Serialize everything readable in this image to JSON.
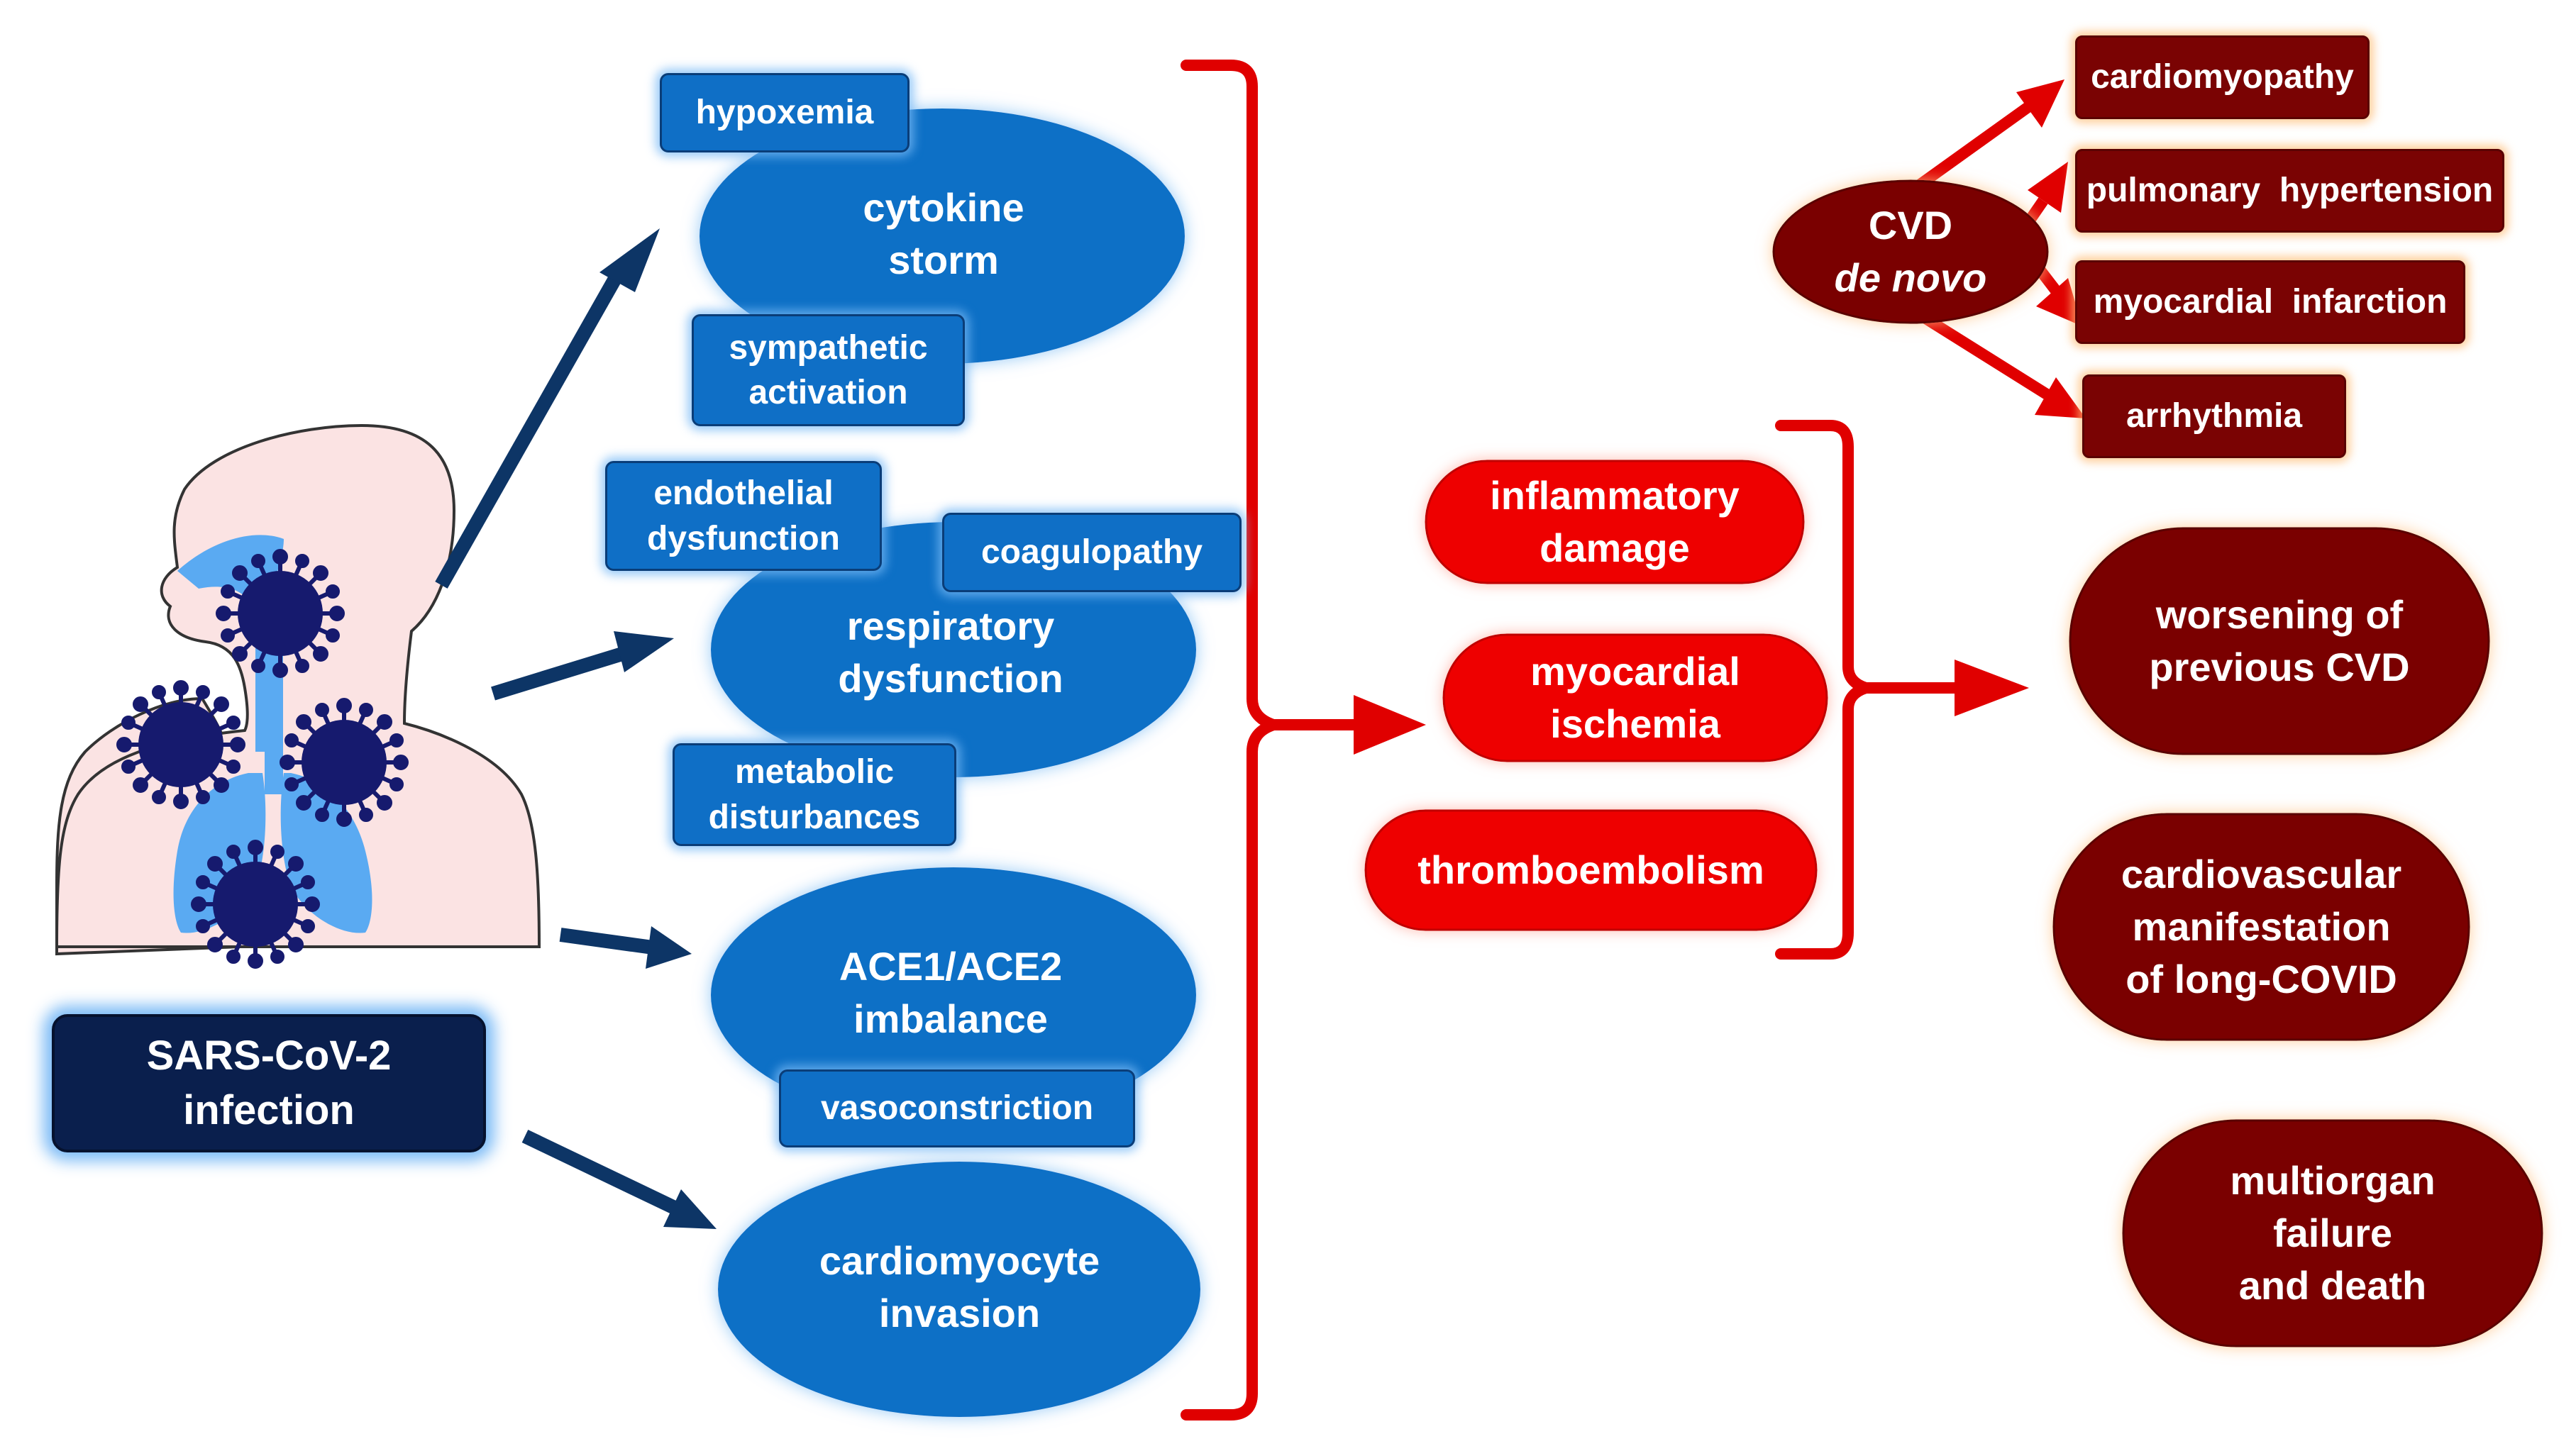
{
  "infection": {
    "line1": "SARS-CoV-2",
    "line2": "infection"
  },
  "mechanisms": {
    "cytokine_storm": {
      "line1": "cytokine",
      "line2": "storm"
    },
    "hypoxemia": "hypoxemia",
    "sympathetic_activation": {
      "line1": "sympathetic",
      "line2": "activation"
    },
    "respiratory_dysfunction": {
      "line1": "respiratory",
      "line2": "dysfunction"
    },
    "endothelial_dysfunction": {
      "line1": "endothelial",
      "line2": "dysfunction"
    },
    "coagulopathy": "coagulopathy",
    "metabolic_disturbances": {
      "line1": "metabolic",
      "line2": "disturbances"
    },
    "ace_imbalance": {
      "line1": "ACE1/ACE2",
      "line2": "imbalance"
    },
    "vasoconstriction": "vasoconstriction",
    "cardiomyocyte_invasion": {
      "line1": "cardiomyocyte",
      "line2": "invasion"
    }
  },
  "effects": {
    "inflammatory_damage": {
      "line1": "inflammatory",
      "line2": "damage"
    },
    "myocardial_ischemia": {
      "line1": "myocardial",
      "line2": "ischemia"
    },
    "thromboembolism": "thromboembolism"
  },
  "outcomes": {
    "cvd_de_novo": {
      "line1": "CVD",
      "line2": "de novo"
    },
    "cardiomyopathy": "cardiomyopathy",
    "pulmonary_hypertension": "pulmonary  hypertension",
    "myocardial_infarction": "myocardial  infarction",
    "arrhythmia": "arrhythmia",
    "worsening_previous_cvd": {
      "line1": "worsening of",
      "line2": "previous CVD"
    },
    "long_covid": {
      "line1": "cardiovascular",
      "line2": "manifestation",
      "line3": "of long-COVID"
    },
    "multiorgan_failure": {
      "line1": "multiorgan",
      "line2": "failure",
      "line3": "and death"
    }
  },
  "colors": {
    "navy_arrow": "#0d3566",
    "mechanism_blue": "#0f6fc6",
    "effect_red": "#ee0000",
    "bracket_red": "#e00000",
    "outcome_dark_red": "#7a0303",
    "virus": "#161a6e",
    "lungs": "#5aaaf2",
    "skin": "#fbe3e3"
  },
  "icons": [
    "human-torso-icon",
    "lungs-icon",
    "virus-icon"
  ]
}
